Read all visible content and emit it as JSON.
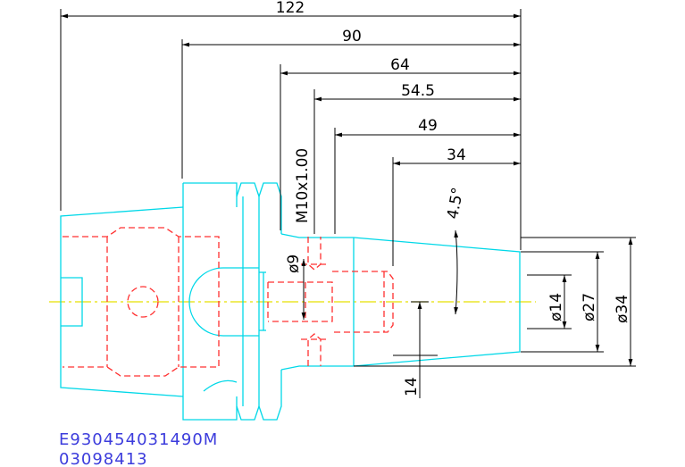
{
  "dimensions": {
    "overall_length": "122",
    "length_90": "90",
    "length_64": "64",
    "length_54_5": "54.5",
    "length_49": "49",
    "length_34": "34",
    "thread": "M10x1.00",
    "taper_angle": "4.5°",
    "dia_9": "ø9",
    "dia_14": "ø14",
    "dia_27": "ø27",
    "dia_34": "ø34",
    "depth_14": "14"
  },
  "part_code": {
    "line1": "E930454031490M",
    "line2": "03098413"
  },
  "colors": {
    "outline": "#00d8e8",
    "hidden": "#ff3030",
    "centerline": "#e8e000",
    "dimension": "#000000",
    "code_text": "#3c3cdc"
  }
}
